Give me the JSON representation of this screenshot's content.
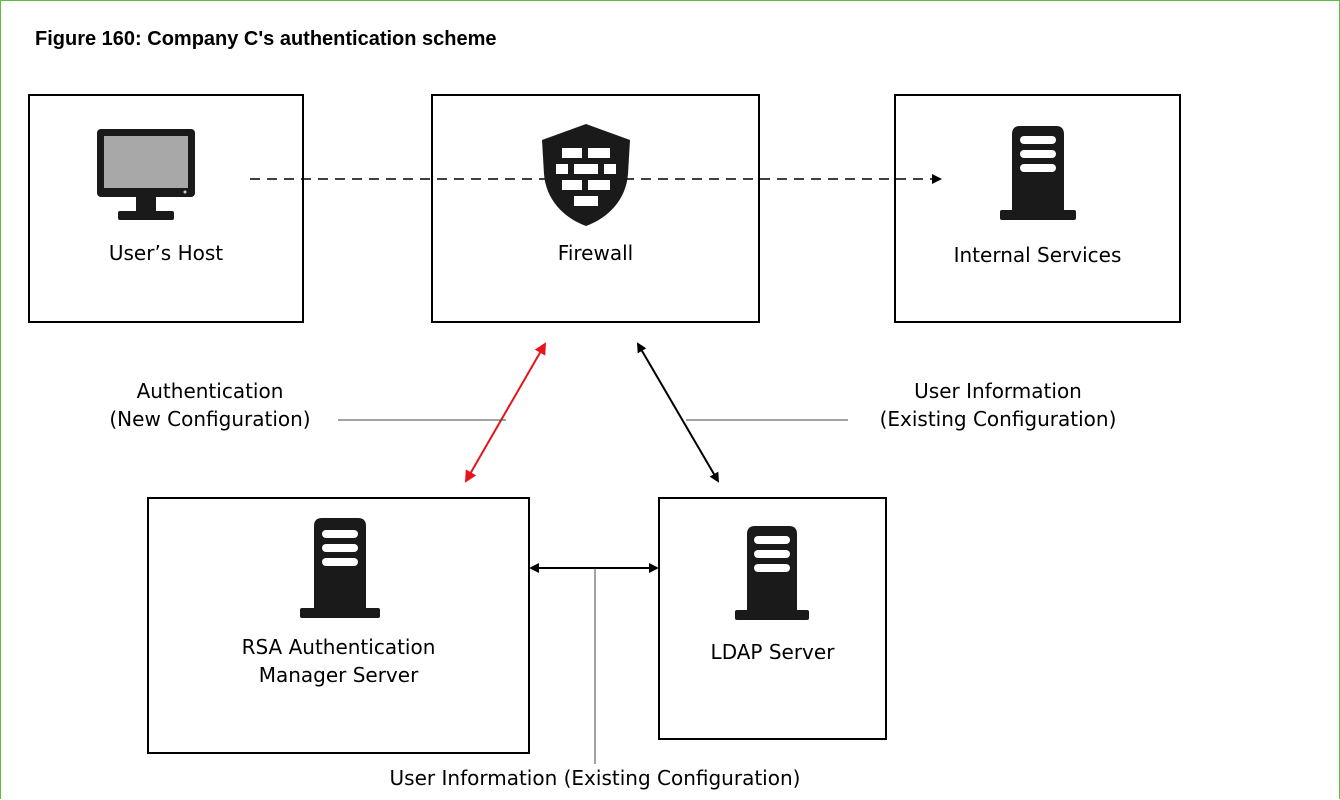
{
  "figure": {
    "title": "Figure 160: Company C's authentication scheme"
  },
  "nodes": {
    "users_host": {
      "label": "User’s Host",
      "icon": "desktop-monitor-icon"
    },
    "firewall": {
      "label": "Firewall",
      "icon": "firewall-shield-icon"
    },
    "internal_services": {
      "label": "Internal Services",
      "icon": "server-icon"
    },
    "rsa_server": {
      "label_line1": "RSA Authentication",
      "label_line2": "Manager Server",
      "icon": "server-icon"
    },
    "ldap_server": {
      "label": "LDAP Server",
      "icon": "server-icon"
    }
  },
  "annotations": {
    "auth_line1": "Authentication",
    "auth_line2": "(New Configuration)",
    "userinfo_right_line1": "User Information",
    "userinfo_right_line2": "(Existing Configuration)",
    "userinfo_bottom": "User Information (Existing Configuration)"
  },
  "colors": {
    "frame_border": "#5cbf3f",
    "new_config_arrow": "#e8141b",
    "existing_arrow": "#000000",
    "icon_fill": "#1a1a1a",
    "monitor_screen": "#a8a8a8"
  }
}
